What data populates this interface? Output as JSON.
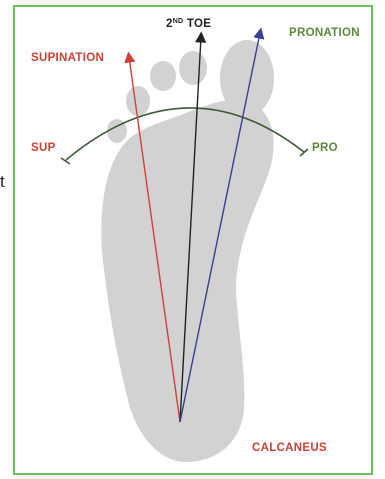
{
  "labels": {
    "toe_main": "2",
    "toe_ordinal": "ND",
    "toe_word": " TOE",
    "supination": "SUPINATION",
    "pronation": "PRONATION",
    "sup": "SUP",
    "pro": "PRO",
    "calcaneus": "CALCANEUS",
    "stray_char": "t"
  },
  "colors": {
    "frame_border": "#6abf5a",
    "foot_fill": "#d2d2d2",
    "supination": "#d0403a",
    "pronation": "#3c3d94",
    "toe_axis": "#222222",
    "arc": "#3e5a35",
    "green_label": "#5b8a3c",
    "red_label": "#c94136"
  }
}
